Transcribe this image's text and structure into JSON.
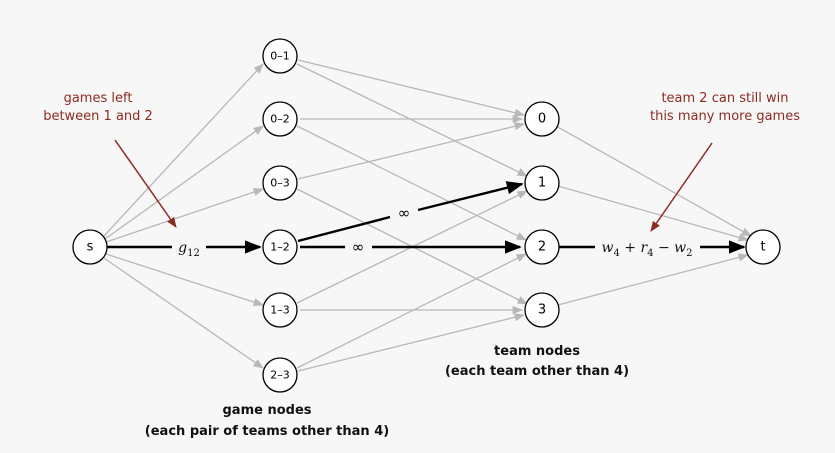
{
  "nodes": {
    "source": "s",
    "sink": "t",
    "games": [
      "0–1",
      "0–2",
      "0–3",
      "1–2",
      "1–3",
      "2–3"
    ],
    "teams": [
      "0",
      "1",
      "2",
      "3"
    ]
  },
  "edge_labels": {
    "source_capacity": {
      "var": "g",
      "sub": "12"
    },
    "infinity": "∞",
    "sink_capacity": {
      "w": "w",
      "w_sub": "4",
      "plus": " + ",
      "r": "r",
      "r_sub": "4",
      "minus": " − ",
      "w2": "w",
      "w2_sub": "2"
    }
  },
  "annotations": {
    "games_left_line1": "games left",
    "games_left_line2": "between 1 and 2",
    "team_win_line1": "team 2 can still win",
    "team_win_line2": "this many more games"
  },
  "captions": {
    "team_nodes_title": "team nodes",
    "team_nodes_sub": "(each team other than 4)",
    "game_nodes_title": "game nodes",
    "game_nodes_sub": "(each pair of teams other than 4)"
  },
  "colors": {
    "gray_edge": "#b8b8b8",
    "highlight_edge": "#000000",
    "annotation": "#8b2b22"
  }
}
